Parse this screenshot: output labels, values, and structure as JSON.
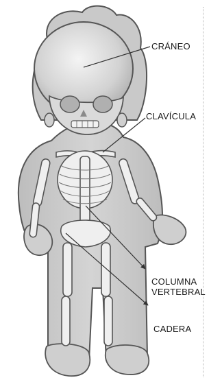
{
  "labels": {
    "skull": "CRÁNEO",
    "clavicle": "CLAVÍCULA",
    "spine_line1": "COLUMNA",
    "spine_line2": "VERTEBRAL",
    "hip": "CADERA"
  }
}
